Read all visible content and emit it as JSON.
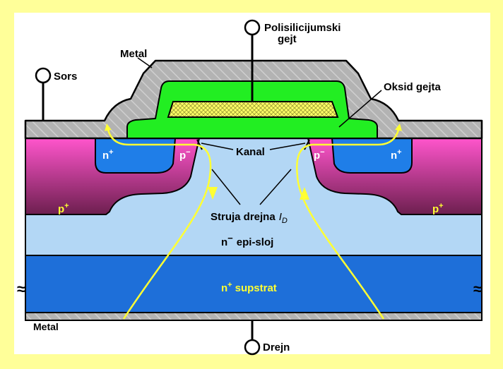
{
  "labels": {
    "gate_terminal_line1": "Polisilicijumski",
    "gate_terminal_line2": "gejt",
    "source_terminal": "Sors",
    "metal_top": "Metal",
    "gate_oxide": "Oksid gejta",
    "channel": "Kanal",
    "n_plus": "n",
    "p_minus": "p",
    "p_plus": "p",
    "drain_current": "Struja drejna",
    "drain_current_symbol": "I",
    "drain_current_subscript": "D",
    "epi_layer": "epi-sloj",
    "epi_prefix": "n",
    "substrate": "supstrat",
    "substrate_prefix": "n",
    "plus_sup": "+",
    "minus_sup": "−",
    "metal_bottom": "Metal",
    "drain_terminal": "Drejn",
    "break_mark": "≈"
  },
  "colors": {
    "background": "#ffff99",
    "metal": "#b3b3b3",
    "epi_layer": "#b3d7f5",
    "substrate": "#1e6fd9",
    "p_plus_top": "#ff55cc",
    "p_plus_bottom": "#6d1f4f",
    "n_plus_region": "#1f7ee8",
    "gate_oxide": "#22ee22",
    "polysilicon": "#ffff66",
    "current_arrows": "#ffff33"
  }
}
